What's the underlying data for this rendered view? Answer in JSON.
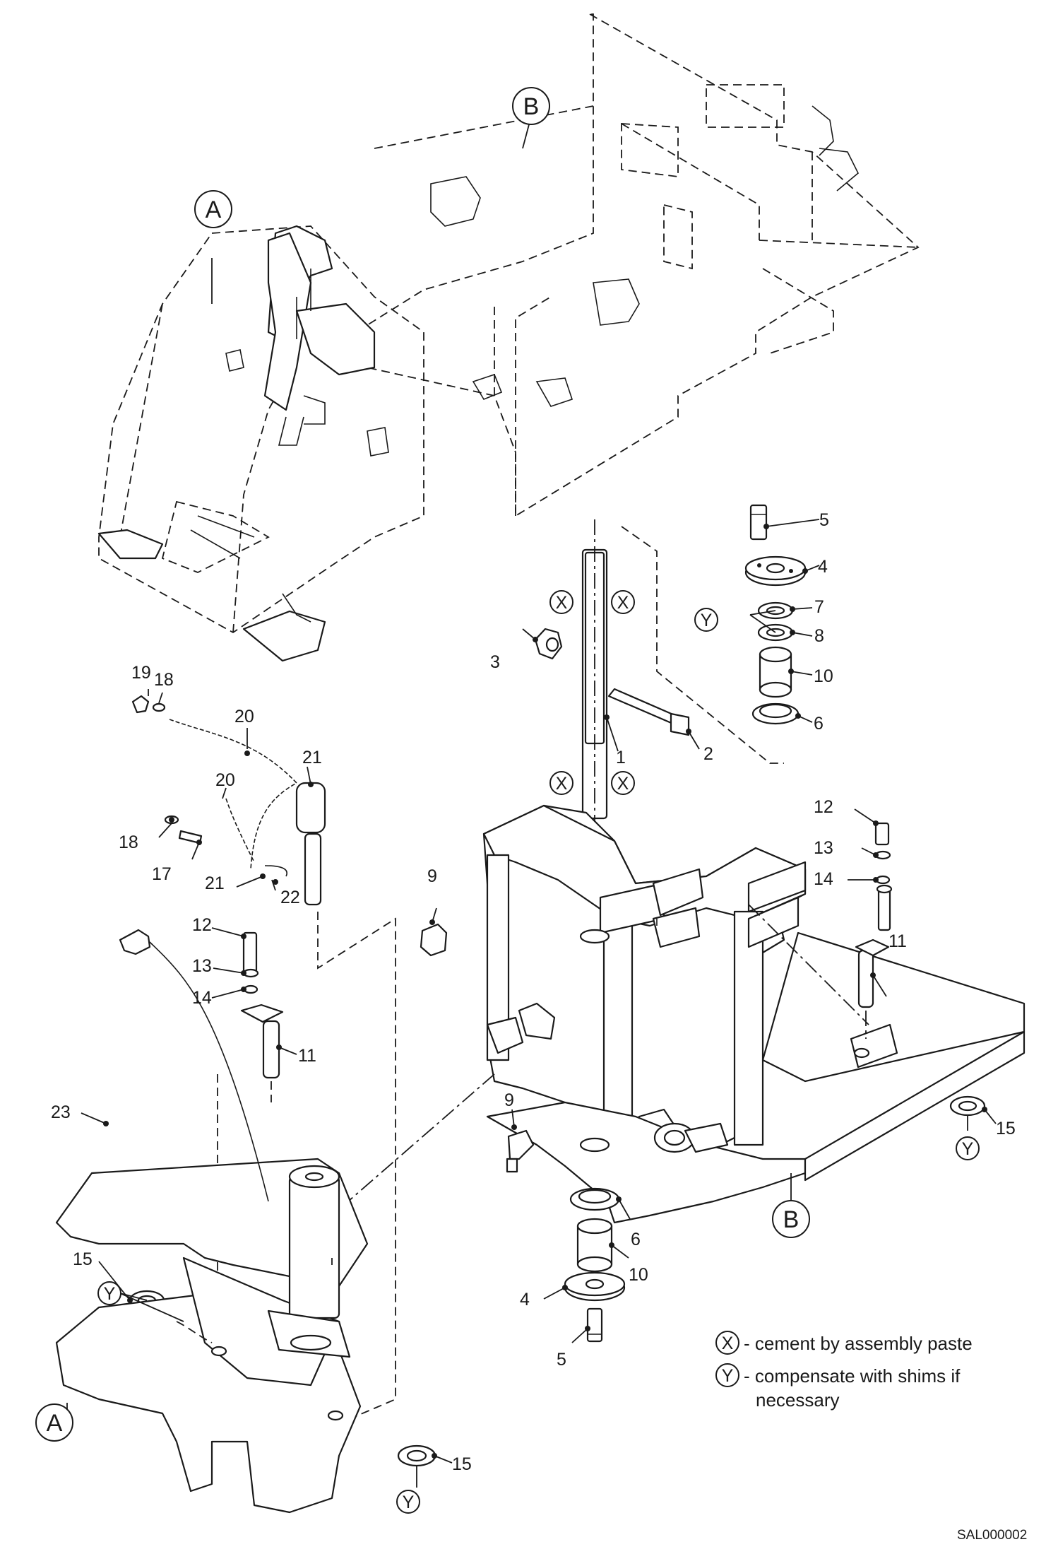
{
  "diagram": {
    "code": "SAL000002",
    "ref_labels": {
      "A": "A",
      "B": "B"
    },
    "markers": {
      "X": "X",
      "Y": "Y"
    },
    "legend": {
      "x_symbol": "X",
      "x_text": "- cement by assembly paste",
      "y_symbol": "Y",
      "y_text_line1": "- compensate with shims if",
      "y_text_line2": "necessary"
    },
    "callouts": {
      "p1": "1",
      "p2": "2",
      "p3": "3",
      "p4a": "4",
      "p4b": "4",
      "p5a": "5",
      "p5b": "5",
      "p6a": "6",
      "p6b": "6",
      "p7": "7",
      "p8": "8",
      "p9a": "9",
      "p9b": "9",
      "p10a": "10",
      "p10b": "10",
      "p11a": "11",
      "p11b": "11",
      "p12a": "12",
      "p12b": "12",
      "p13a": "13",
      "p13b": "13",
      "p14a": "14",
      "p14b": "14",
      "p15a": "15",
      "p15b": "15",
      "p15c": "15",
      "p17": "17",
      "p18a": "18",
      "p18b": "18",
      "p19": "19",
      "p20a": "20",
      "p20b": "20",
      "p21a": "21",
      "p21b": "21",
      "p22": "22",
      "p23": "23"
    }
  }
}
